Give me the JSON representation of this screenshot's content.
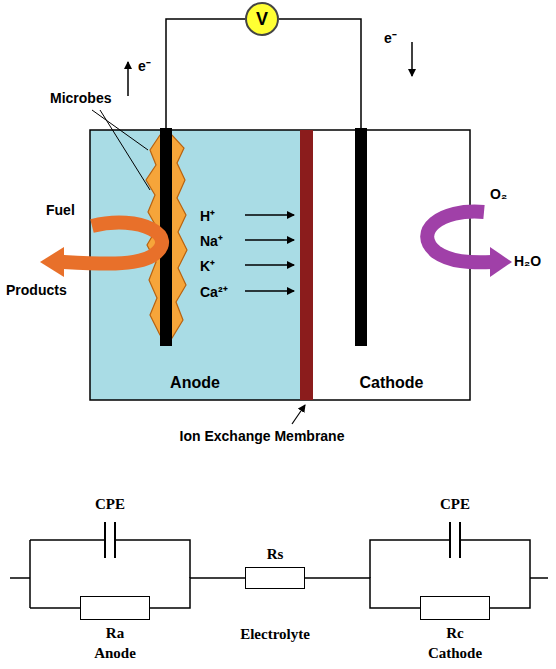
{
  "diagram": {
    "nodes": [
      {
        "text": [
          "V"
        ]
      },
      {
        "text": [
          "Anode"
        ]
      },
      {
        "text": [
          "Cathode"
        ]
      },
      {
        "text": [
          "Ra"
        ]
      },
      {
        "text": [
          "Rs"
        ]
      },
      {
        "text": [
          "Rc"
        ]
      }
    ],
    "edges": [
      {
        "from": 3,
        "to": 4,
        "arrow": "none"
      },
      {
        "from": 4,
        "to": 5,
        "arrow": "none"
      }
    ],
    "labels": [
      "e⁻",
      "e⁻",
      "Microbes",
      "Fuel",
      "Products",
      "H⁺",
      "Na⁺",
      "K⁺",
      "Ca²⁺",
      "O₂",
      "H₂O",
      "Ion Exchange Membrane",
      "CPE",
      "CPE",
      "Anode",
      "Electrolyte",
      "Cathode"
    ]
  }
}
